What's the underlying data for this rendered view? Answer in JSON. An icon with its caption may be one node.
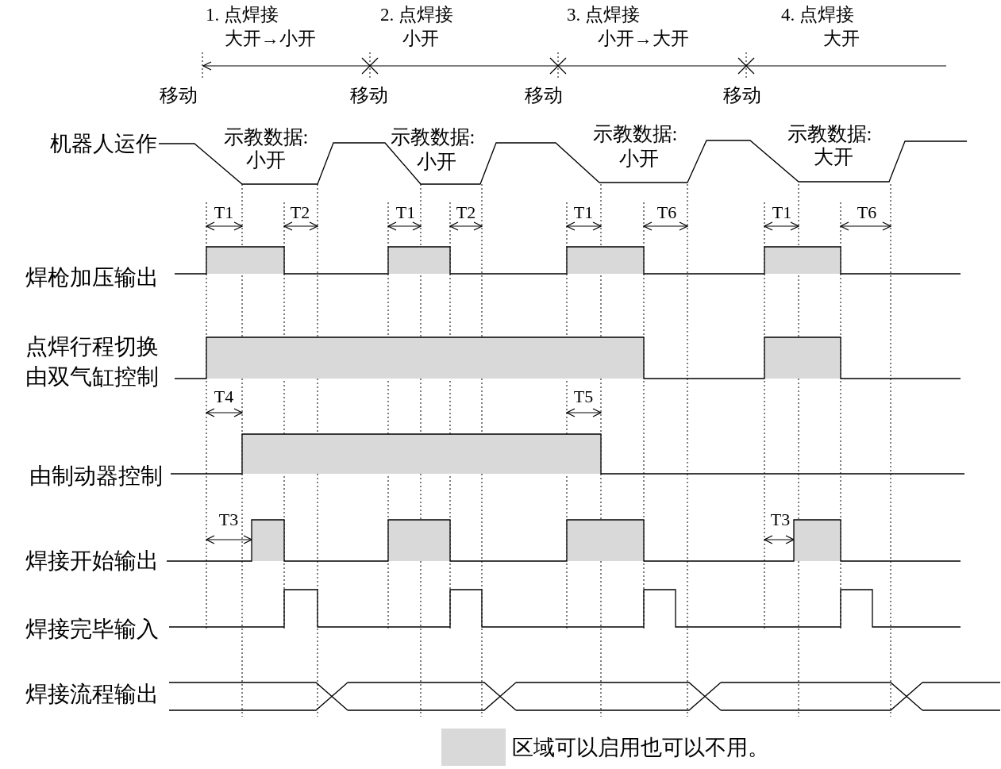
{
  "diagram": {
    "labels": [
      "1. 点焊接",
      "2. 点焊接",
      "3. 点焊接",
      "4. 点焊接",
      "大开→小开",
      "小开",
      "小开→大开",
      "大开",
      "移动",
      "移动",
      "移动",
      "移动",
      "机器人运作",
      "示教数据:",
      "示教数据:",
      "示教数据:",
      "示教数据:",
      "小开",
      "小开",
      "小开",
      "大开",
      "T1",
      "T2",
      "T1",
      "T2",
      "T1",
      "T6",
      "T1",
      "T6",
      "焊枪加压输出",
      "点焊行程切换",
      "由双气缸控制",
      "T4",
      "T5",
      "由制动器控制",
      "T3",
      "T3",
      "焊接开始输出",
      "焊接完毕输入",
      "焊接流程输出"
    ],
    "legend": [
      {
        "text": "区域可以启用也可以不用。",
        "color": "#d9d9d9"
      }
    ]
  }
}
